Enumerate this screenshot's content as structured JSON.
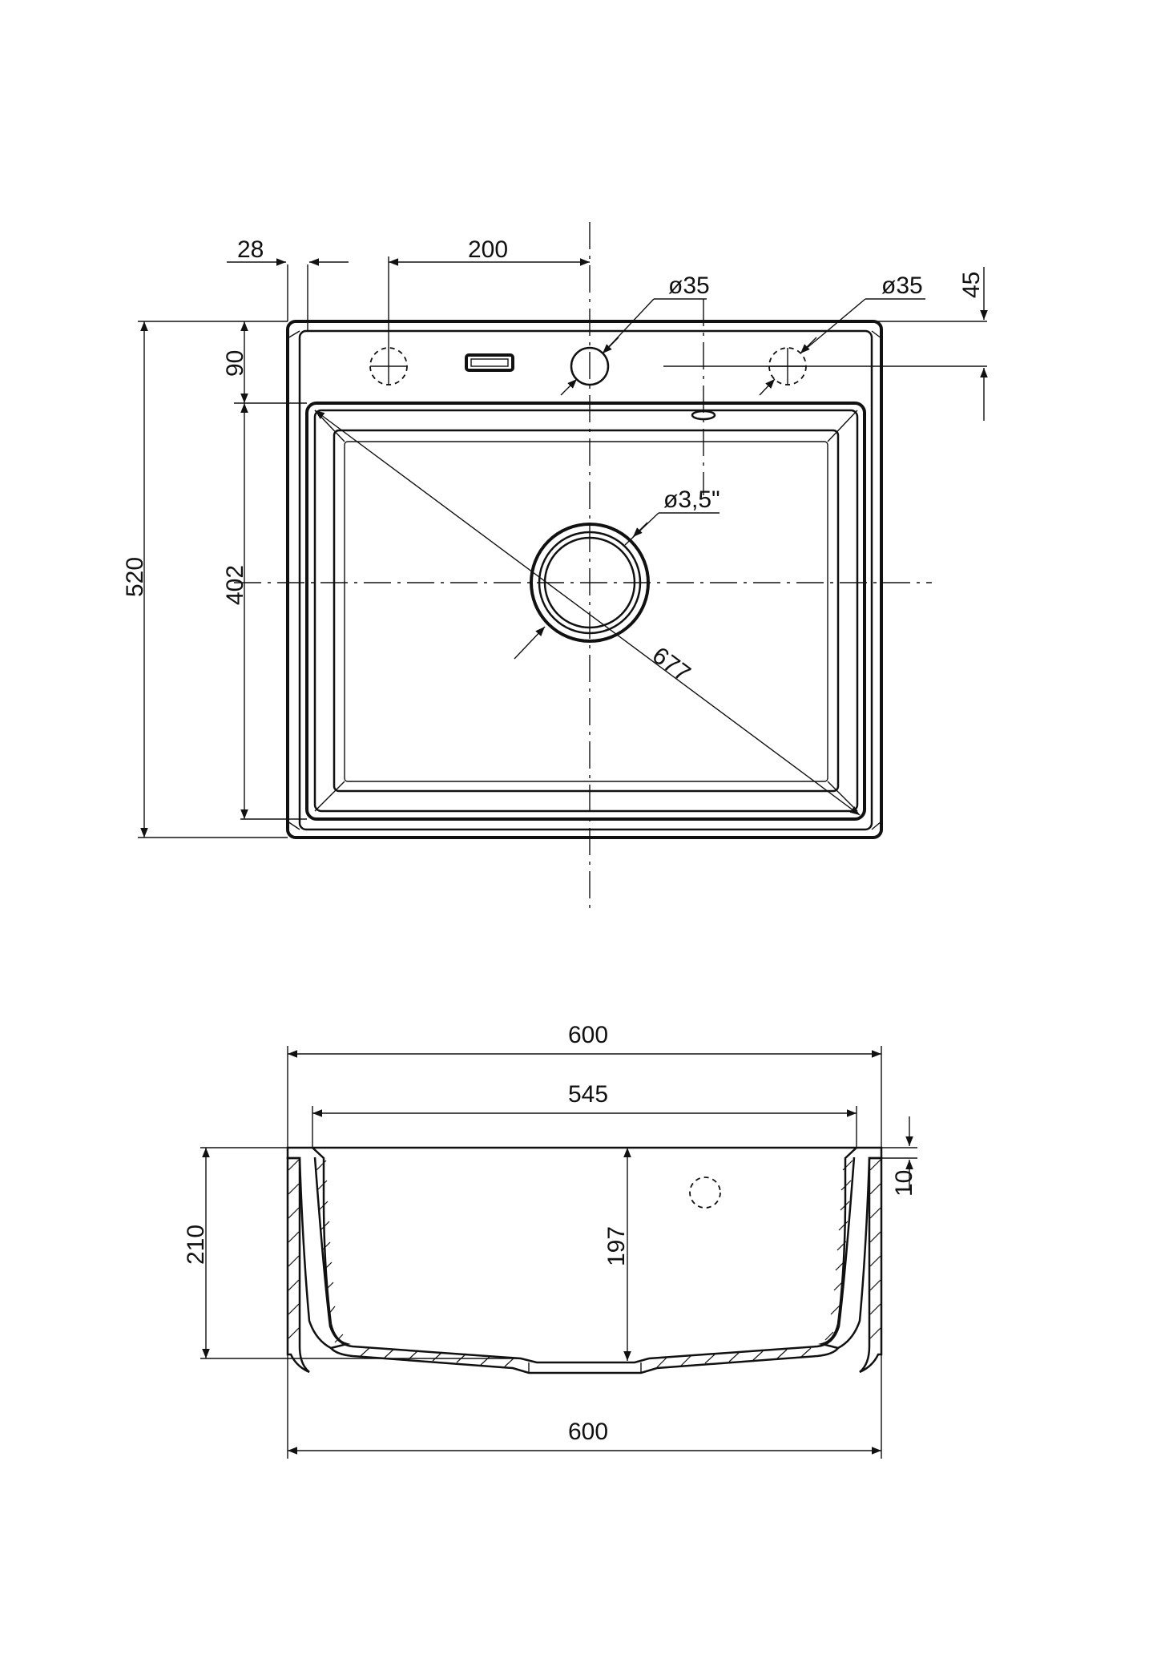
{
  "top_view": {
    "dims": {
      "offset_28": "28",
      "offset_200": "200",
      "hole_dia_1": "ø35",
      "hole_dia_2": "ø35",
      "offset_45": "45",
      "offset_90": "90",
      "height_520": "520",
      "height_402": "402",
      "drain_dia": "ø3,5\"",
      "diagonal_677": "677"
    }
  },
  "section_view": {
    "dims": {
      "width_600_top": "600",
      "width_545": "545",
      "depth_10": "10",
      "height_210": "210",
      "depth_197": "197",
      "width_600_bottom": "600"
    }
  }
}
